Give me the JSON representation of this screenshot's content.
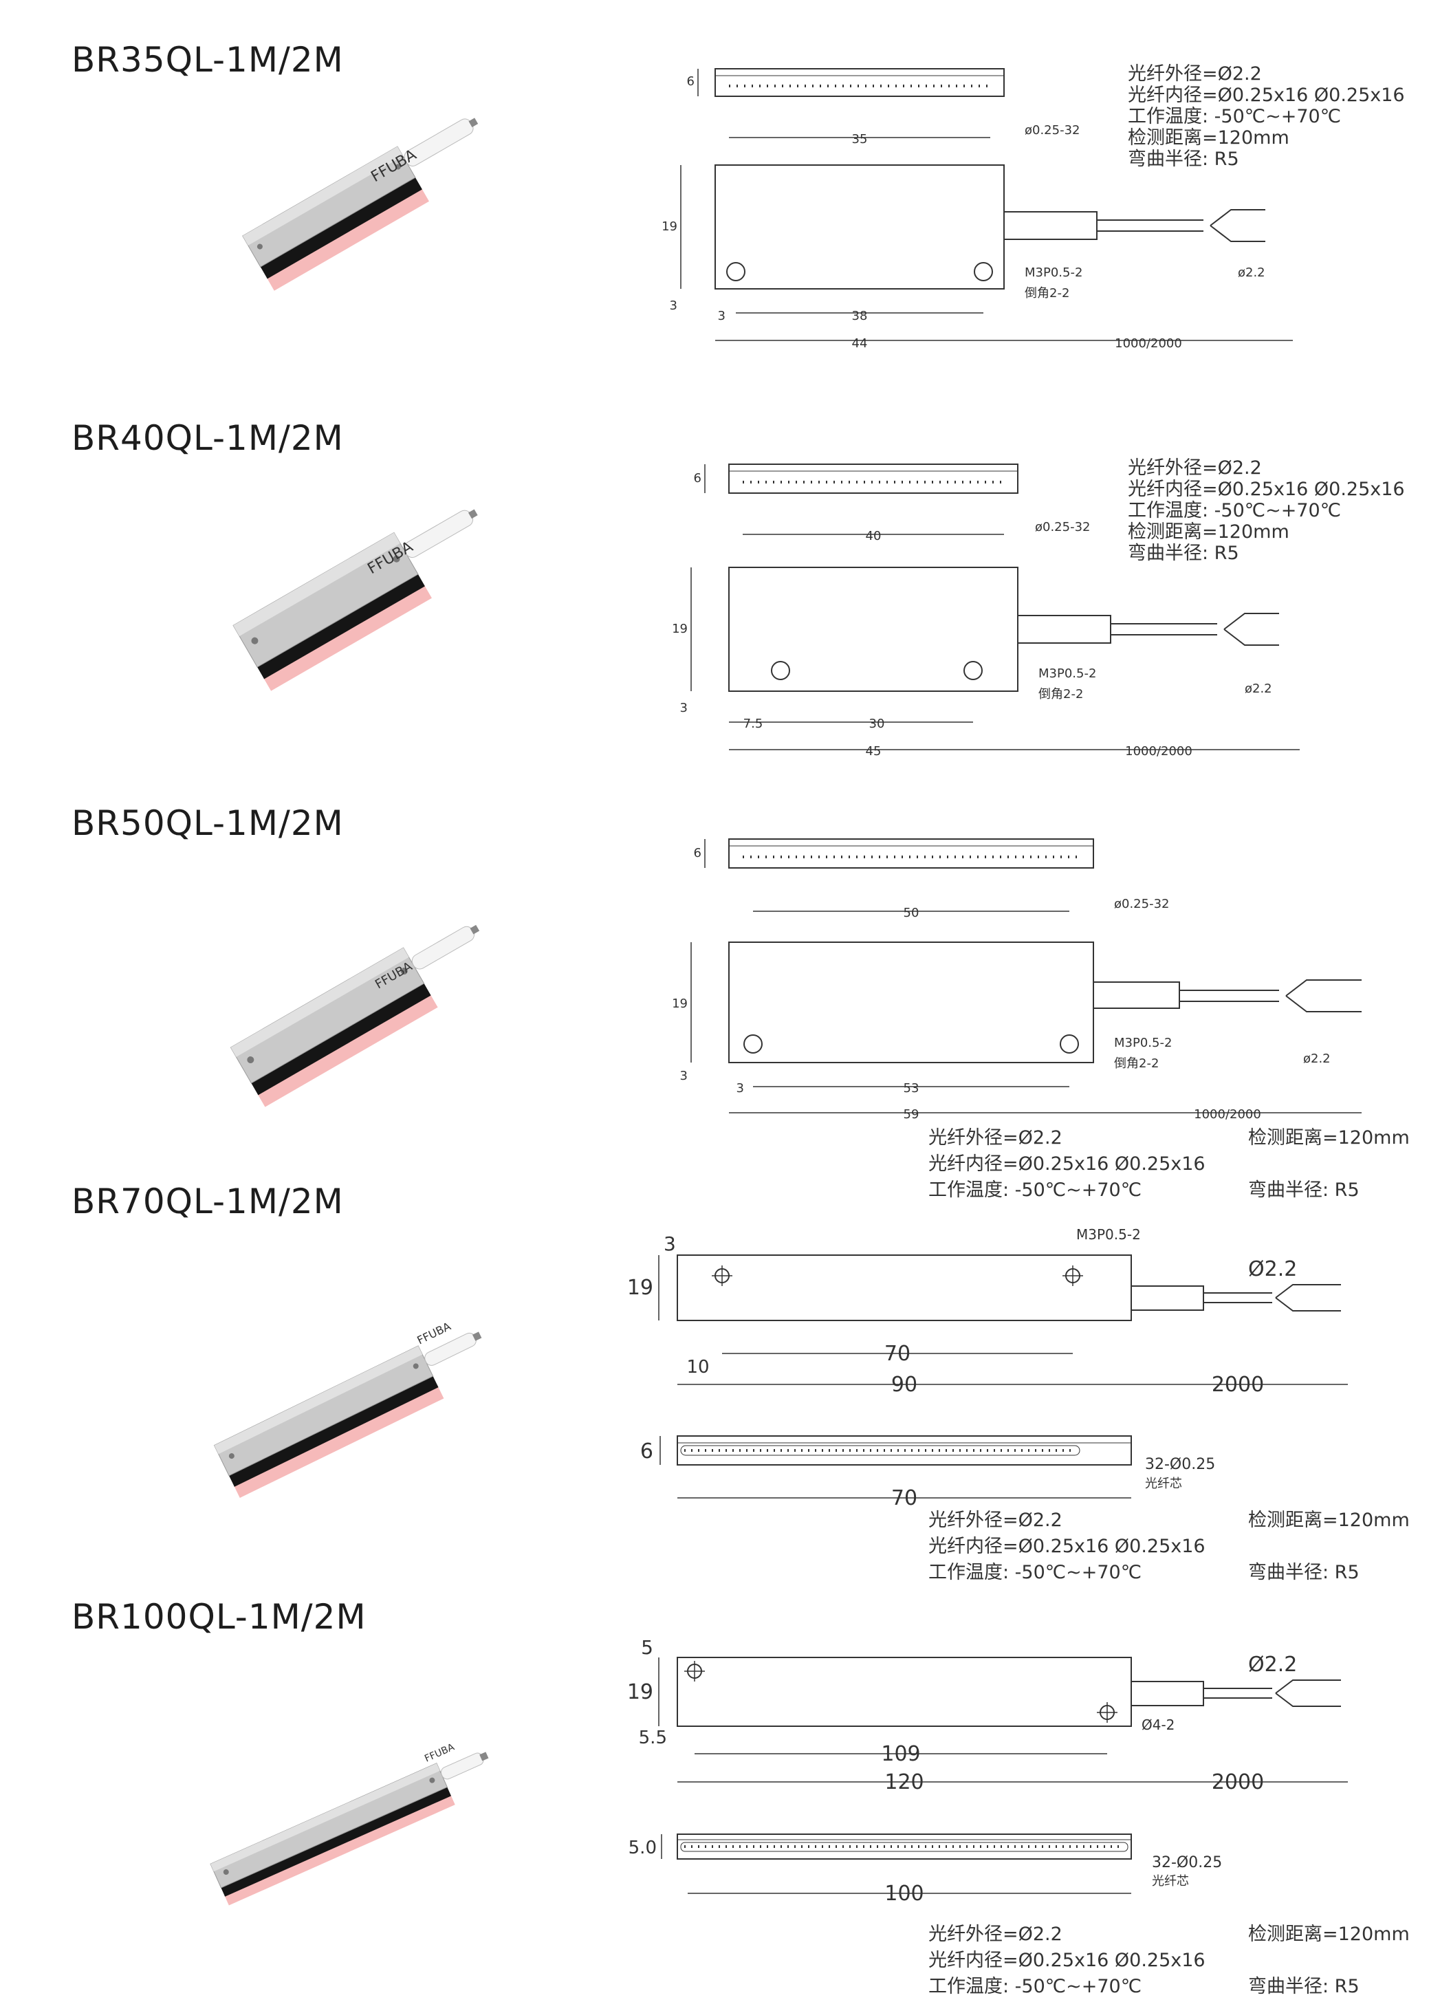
{
  "products": [
    {
      "model": "BR35QL-1M/2M",
      "brand_label": "FFUBA",
      "dims": {
        "top_width": "35",
        "height_top": "6",
        "fiber_spec": "ø0.25-32",
        "body_height": "19",
        "hole_offset": "3",
        "hole_pitch": "38",
        "body_length": "44",
        "cable_length": "1000/2000",
        "cable_dia": "ø2.2",
        "screw": "M3P0.5-2",
        "chamfer": "倒角2-2",
        "hole_edge": "3"
      },
      "specs": [
        "光纤外径=Ø2.2",
        "光纤内径=Ø0.25x16    Ø0.25x16",
        "工作温度: -50℃~+70℃",
        "检测距离=120mm",
        "弯曲半径: R5"
      ]
    },
    {
      "model": "BR40QL-1M/2M",
      "brand_label": "FFUBA",
      "dims": {
        "top_width": "40",
        "height_top": "6",
        "fiber_spec": "ø0.25-32",
        "body_height": "19",
        "hole_offset": "3",
        "hole_pitch": "30",
        "body_length": "45",
        "cable_length": "1000/2000",
        "cable_dia": "ø2.2",
        "screw": "M3P0.5-2",
        "chamfer": "倒角2-2",
        "hole_edge": "7.5"
      },
      "specs": [
        "光纤外径=Ø2.2",
        "光纤内径=Ø0.25x16    Ø0.25x16",
        "工作温度: -50℃~+70℃",
        "检测距离=120mm",
        "弯曲半径: R5"
      ]
    },
    {
      "model": "BR50QL-1M/2M",
      "brand_label": "FFUBA",
      "dims": {
        "top_width": "50",
        "height_top": "6",
        "fiber_spec": "ø0.25-32",
        "body_height": "19",
        "hole_offset": "3",
        "hole_pitch": "53",
        "body_length": "59",
        "cable_length": "1000/2000",
        "cable_dia": "ø2.2",
        "screw": "M3P0.5-2",
        "chamfer": "倒角2-2",
        "hole_edge": "3"
      },
      "specs": [
        "光纤外径=Ø2.2",
        "光纤内径=Ø0.25x16    Ø0.25x16",
        "工作温度: -50℃~+70℃",
        "检测距离=120mm",
        "弯曲半径: R5"
      ]
    },
    {
      "model": "BR70QL-1M/2M",
      "brand_label": "FFUBA",
      "dims": {
        "screw": "M3P0.5-2",
        "top_margin": "3",
        "body_height": "19",
        "cable_dia": "Ø2.2",
        "hole_edge": "10",
        "hole_pitch": "70",
        "body_length": "90",
        "cable_length": "2000",
        "bottom_height": "6",
        "bottom_width": "70",
        "fiber_spec": "32-Ø0.25",
        "fiber_core": "光纤芯"
      },
      "specs": [
        "光纤外径=Ø2.2",
        "光纤内径=Ø0.25x16    Ø0.25x16",
        "工作温度: -50℃~+70℃",
        "检测距离=120mm",
        "弯曲半径: R5"
      ]
    },
    {
      "model": "BR100QL-1M/2M",
      "brand_label": "FFUBA",
      "dims": {
        "top_margin": "5",
        "body_height": "19",
        "bottom_margin": "5.5",
        "cable_dia": "Ø2.2",
        "hole_spec": "Ø4-2",
        "hole_pitch": "109",
        "body_length": "120",
        "cable_length": "2000",
        "bottom_height": "5.0",
        "bottom_width": "100",
        "fiber_spec": "32-Ø0.25",
        "fiber_core": "光纤芯"
      },
      "specs": [
        "光纤外径=Ø2.2",
        "光纤内径=Ø0.25x16    Ø0.25x16",
        "工作温度: -50℃~+70℃",
        "检测距离=120mm",
        "弯曲半径: R5"
      ]
    }
  ]
}
